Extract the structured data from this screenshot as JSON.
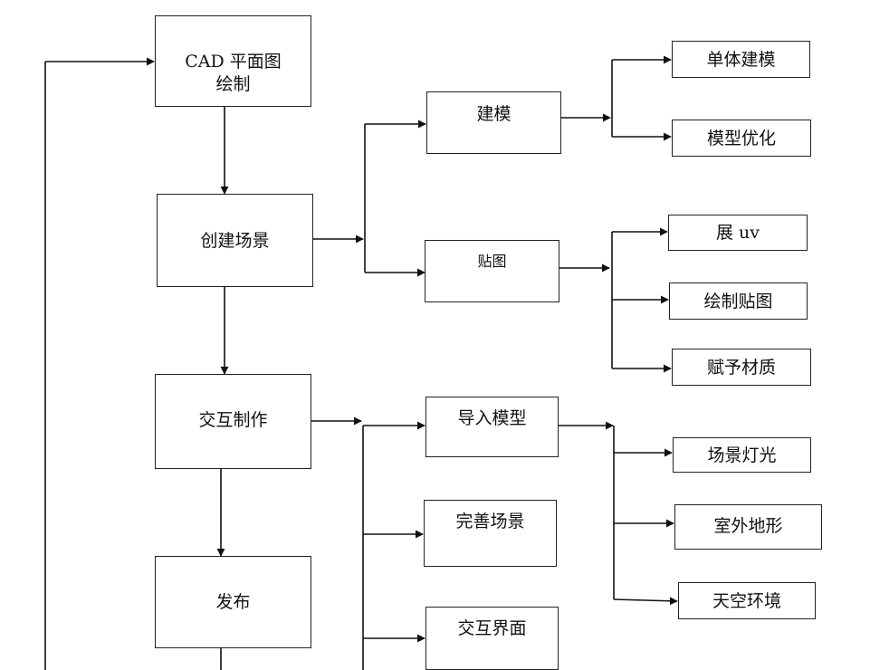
{
  "nodes": {
    "cad": "CAD 平面图\n绘制",
    "scene": "创建场景",
    "interact": "交互制作",
    "publish": "发布",
    "modeling": "建模",
    "texture": "贴图",
    "import_model": "导入模型",
    "refine_scene": "完善场景",
    "ui": "交互界面",
    "single_model": "单体建模",
    "optimize_model": "模型优化",
    "unwrap_uv": "展 uv",
    "draw_texture": "绘制贴图",
    "assign_material": "赋予材质",
    "scene_light": "场景灯光",
    "terrain": "室外地形",
    "sky": "天空环境"
  }
}
